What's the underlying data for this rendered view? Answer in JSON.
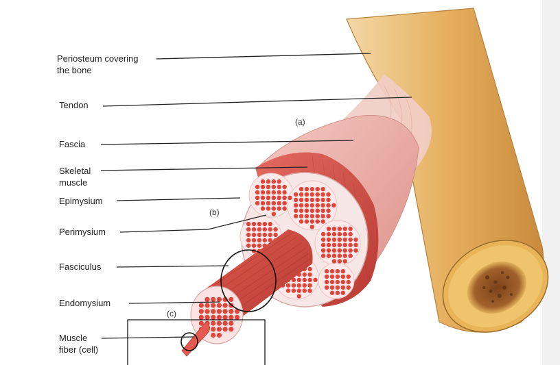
{
  "labels": {
    "periosteum": "Periosteum covering\nthe bone",
    "tendon": "Tendon",
    "fascia": "Fascia",
    "skeletal_muscle": "Skeletal\nmuscle",
    "epimysium": "Epimysium",
    "perimysium": "Perimysium",
    "fasciculus": "Fasciculus",
    "endomysium": "Endomysium",
    "muscle_fiber": "Muscle\nfiber (cell)"
  },
  "tags": {
    "a": "(a)",
    "b": "(b)",
    "c": "(c)"
  },
  "colors": {
    "bone": "#e9b35f",
    "bone_light": "#f3d39a",
    "marrow": "#8a4d1f",
    "tendon": "#f0c7c0",
    "fascia": "#e9a49c",
    "muscle": "#d9574d",
    "muscle_dark": "#b8362e",
    "fiber": "#e0453c",
    "sheath": "#f6dede",
    "leader": "#222222"
  }
}
